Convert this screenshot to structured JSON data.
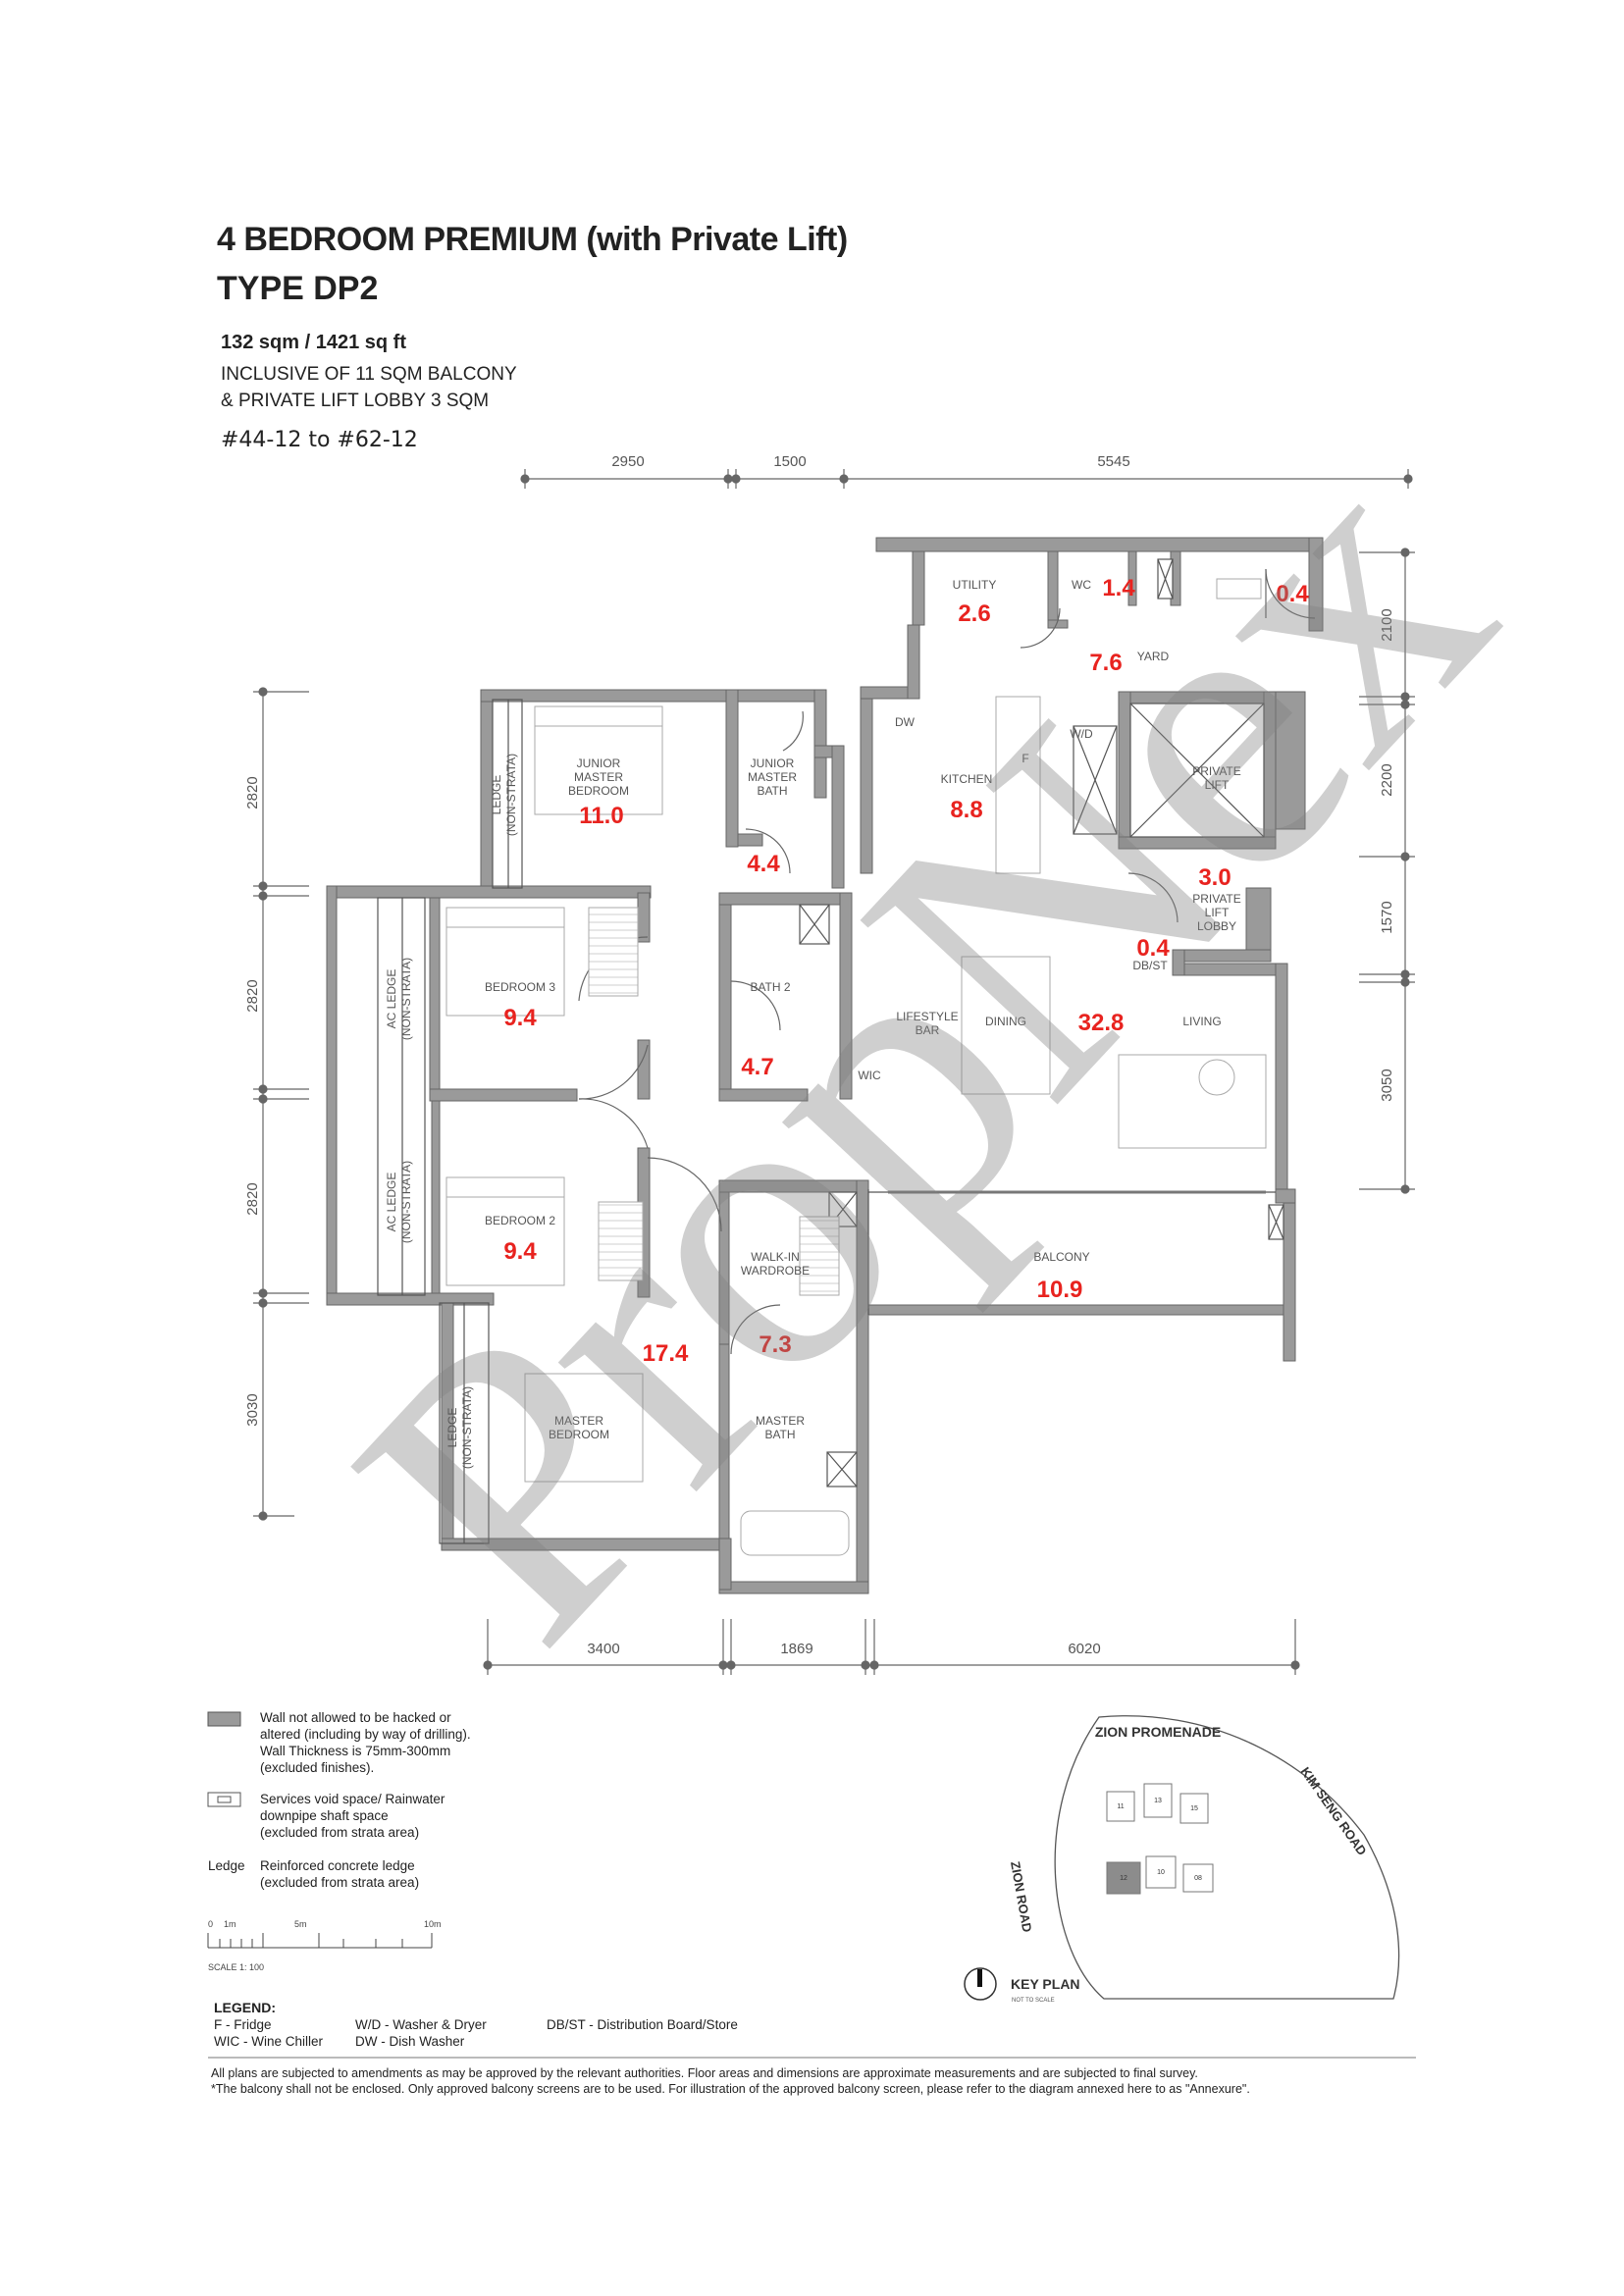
{
  "header": {
    "title": "4 BEDROOM PREMIUM (with Private Lift)",
    "type": "TYPE DP2",
    "area": "132 sqm / 1421 sq ft",
    "inclusive_line1": "INCLUSIVE OF 11 SQM BALCONY",
    "inclusive_line2": "& PRIVATE LIFT LOBBY 3 SQM",
    "units": "#44-12 to #62-12"
  },
  "dimensions": {
    "top": [
      "2950",
      "1500",
      "5545"
    ],
    "bottom": [
      "3400",
      "1869",
      "6020"
    ],
    "left": [
      "2820",
      "2820",
      "2820",
      "3030"
    ],
    "right": [
      "2100",
      "2200",
      "1570",
      "3050"
    ]
  },
  "rooms": {
    "utility": "UTILITY",
    "wc": "WC",
    "yard": "YARD",
    "dw": "DW",
    "kitchen": "KITCHEN",
    "f": "F",
    "wd": "W/D",
    "private_lift": "PRIVATE\nLIFT",
    "private_lift_lobby": [
      "PRIVATE",
      "LIFT",
      "LOBBY"
    ],
    "dbst": "DB/ST",
    "junior_master_bedroom": [
      "JUNIOR",
      "MASTER",
      "BEDROOM"
    ],
    "junior_master_bath": [
      "JUNIOR",
      "MASTER",
      "BATH"
    ],
    "ledge_top": [
      "LEDGE",
      "(NON-STRATA)"
    ],
    "bedroom3": "BEDROOM 3",
    "bath2": "BATH 2",
    "lifestyle_bar": [
      "LIFESTYLE",
      "BAR"
    ],
    "dining": "DINING",
    "living": "LIVING",
    "wic": "WIC",
    "ac_ledge": [
      "AC LEDGE",
      "(NON-STRATA)"
    ],
    "bedroom2": "BEDROOM 2",
    "walk_in_wardrobe": [
      "WALK-IN",
      "WARDROBE"
    ],
    "balcony": "BALCONY",
    "master_bedroom": [
      "MASTER",
      "BEDROOM"
    ],
    "master_bath": [
      "MASTER",
      "BATH"
    ],
    "ledge_bottom": [
      "LEDGE",
      "(NON-STRATA)"
    ]
  },
  "room_areas": {
    "utility": "2.6",
    "wc": "1.4",
    "corner": "0.4",
    "yard": "7.6",
    "kitchen": "8.8",
    "junior_master_bedroom": "11.0",
    "junior_master_bath": "4.4",
    "private_lift_lobby": "3.0",
    "dbst": "0.4",
    "bedroom3": "9.4",
    "bath2": "4.7",
    "living_dining": "32.8",
    "bedroom2": "9.4",
    "balcony": "10.9",
    "master_bedroom": "17.4",
    "walk_in_wardrobe": "7.3"
  },
  "legend_notes": {
    "wall": [
      "Wall not allowed to be hacked or",
      "altered (including by way of drilling).",
      "Wall Thickness is 75mm-300mm",
      "(excluded finishes)."
    ],
    "services": [
      "Services void space/ Rainwater",
      "downpipe shaft space",
      "(excluded from strata area)"
    ],
    "ledge_key": "Ledge",
    "ledge": [
      "Reinforced concrete ledge",
      "(excluded from strata area)"
    ]
  },
  "scale": {
    "ticks": [
      "0",
      "1m",
      "5m",
      "10m"
    ],
    "label": "SCALE 1:  100"
  },
  "legend": {
    "heading": "LEGEND:",
    "col1": [
      "F - Fridge",
      "WIC - Wine Chiller"
    ],
    "col2": [
      "W/D - Washer & Dryer",
      "DW - Dish Washer"
    ],
    "col3": [
      "DB/ST - Distribution Board/Store"
    ]
  },
  "key_plan": {
    "zion_promenade": "ZION PROMENADE",
    "kim_seng_road": "KIM SENG ROAD",
    "zion_road": "ZION ROAD",
    "label": "KEY PLAN",
    "not_to_scale": "NOT TO SCALE",
    "blocks": [
      "11",
      "13",
      "15",
      "12",
      "10",
      "08"
    ]
  },
  "footer": {
    "line1": "All plans are subjected to amendments as may be approved by the relevant authorities. Floor areas and dimensions are approximate measurements and are subjected to final survey.",
    "line2": "*The balcony shall not be enclosed. Only approved balcony screens are to be used. For illustration of the approved balcony screen, please refer to the diagram annexed here to as \"Annexure\"."
  },
  "watermark": "PropNex",
  "colors": {
    "wall": "#9a9a9a",
    "area_label": "#e8231f",
    "watermark": "#8a8a8a"
  }
}
